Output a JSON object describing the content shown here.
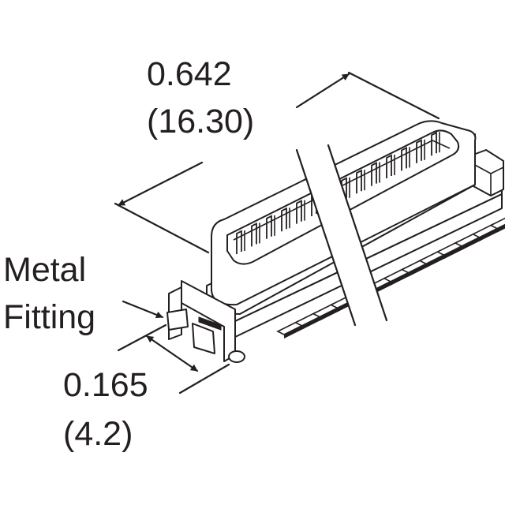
{
  "dimensions": {
    "length_in": "0.642",
    "length_mm": "(16.30)",
    "height_in": "0.165",
    "height_mm": "(4.2)"
  },
  "callouts": {
    "metal_fitting_line1": "Metal",
    "metal_fitting_line2": "Fitting"
  },
  "colors": {
    "ink": "#231f20",
    "paper": "#ffffff"
  }
}
